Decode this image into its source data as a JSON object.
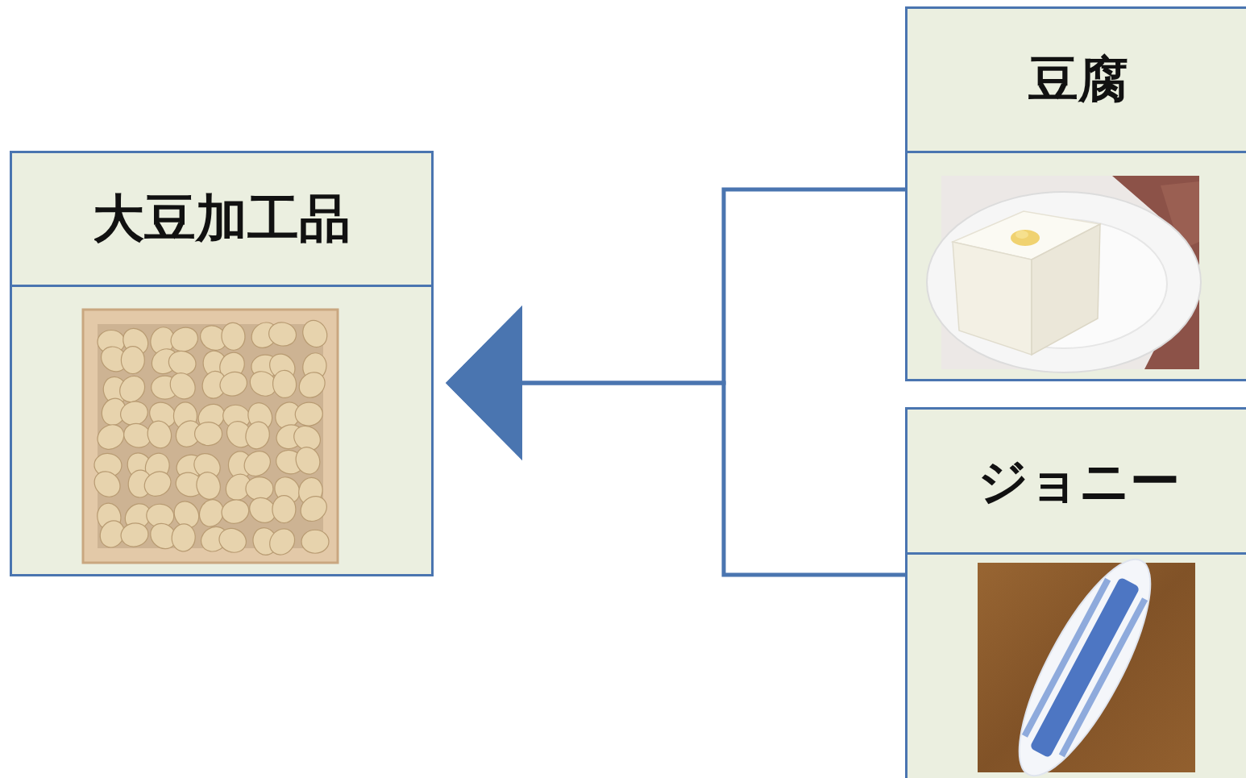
{
  "diagram": {
    "nodes": [
      {
        "text": [
          "大豆加工品"
        ]
      },
      {
        "text": [
          "豆腐"
        ]
      },
      {
        "text": [
          "ジョニー"
        ]
      }
    ],
    "edges": [
      {
        "from": 1,
        "to": 0,
        "arrow": "to"
      },
      {
        "from": 2,
        "to": 0,
        "arrow": "to"
      }
    ]
  }
}
